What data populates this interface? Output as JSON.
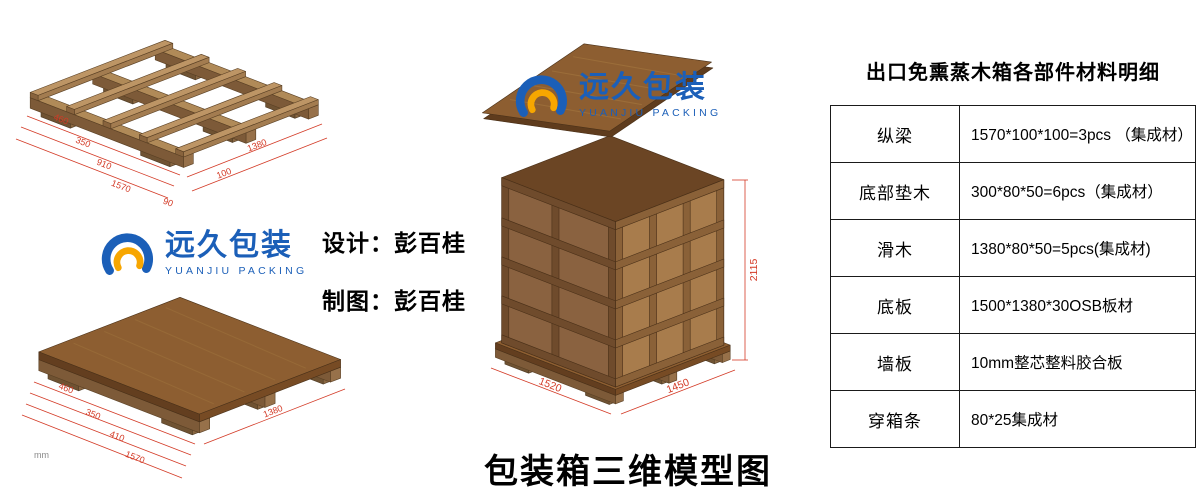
{
  "page": {
    "title": "包装箱三维模型图",
    "unit_note": "mm"
  },
  "logo": {
    "name_cn": "远久包装",
    "name_en": "YUANJIU PACKING"
  },
  "credits": {
    "design": "设计：彭百桂",
    "draft": "制图：彭百桂"
  },
  "materials_table": {
    "title": "出口免熏蒸木箱各部件材料明细",
    "rows": [
      {
        "part": "纵梁",
        "spec": "1570*100*100=3pcs （集成材）"
      },
      {
        "part": "底部垫木",
        "spec": "300*80*50=6pcs（集成材）"
      },
      {
        "part": "滑木",
        "spec": "1380*80*50=5pcs(集成材)"
      },
      {
        "part": "底板",
        "spec": "1500*1380*30OSB板材"
      },
      {
        "part": "墙板",
        "spec": "10mm整芯整料胶合板"
      },
      {
        "part": "穿箱条",
        "spec": "80*25集成材"
      }
    ]
  },
  "dimensions": {
    "pallet_frame": {
      "chain": [
        "460",
        "350",
        "910",
        "1570"
      ],
      "width": "1380",
      "board": "100",
      "extra": "90"
    },
    "pallet_deck": {
      "chain": [
        "460",
        "350",
        "410",
        "1570"
      ],
      "width": "1380"
    },
    "crate": {
      "height": "2115",
      "front_width": "1450",
      "side_width": "1520"
    }
  },
  "colors": {
    "dimension_red": "#d33a26",
    "logo_blue": "#1b5fb8",
    "logo_yellow": "#f7a600",
    "wood_light": "#b08a58",
    "wood_dark": "#6b4524"
  }
}
